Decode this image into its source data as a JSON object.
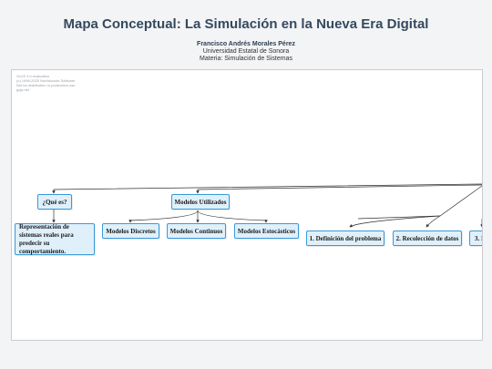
{
  "header": {
    "title": "Mapa Conceptual: La Simulación en la Nueva Era Digital",
    "author": "Francisco Andrés Morales Pérez",
    "university": "Universidad Estatal de Sonora",
    "subject": "Materia: Simulación de Sistemas"
  },
  "watermark": {
    "line1": "GoJS 3.0 evaluation",
    "line2": "(c) 1998-2025 Northwoods Software",
    "line3": "Not for distribution or production use",
    "line4": "gojs.net"
  },
  "nodes": {
    "que_es": "¿Qué es?",
    "modelos": "Modelos Utilizados",
    "representacion": "Representación de sistemas reales para predecir su comportamiento.",
    "discretos": "Modelos Discretos",
    "continuos": "Modelos Continuos",
    "estocasticos": "Modelos Estocásticos",
    "paso1": "1. Definición del problema",
    "paso2": "2. Recolección de datos",
    "paso3": "3. I"
  },
  "colors": {
    "node_fill": "#dff0fb",
    "node_border": "#3a9ad9",
    "edge": "#333333",
    "title": "#34495e"
  }
}
